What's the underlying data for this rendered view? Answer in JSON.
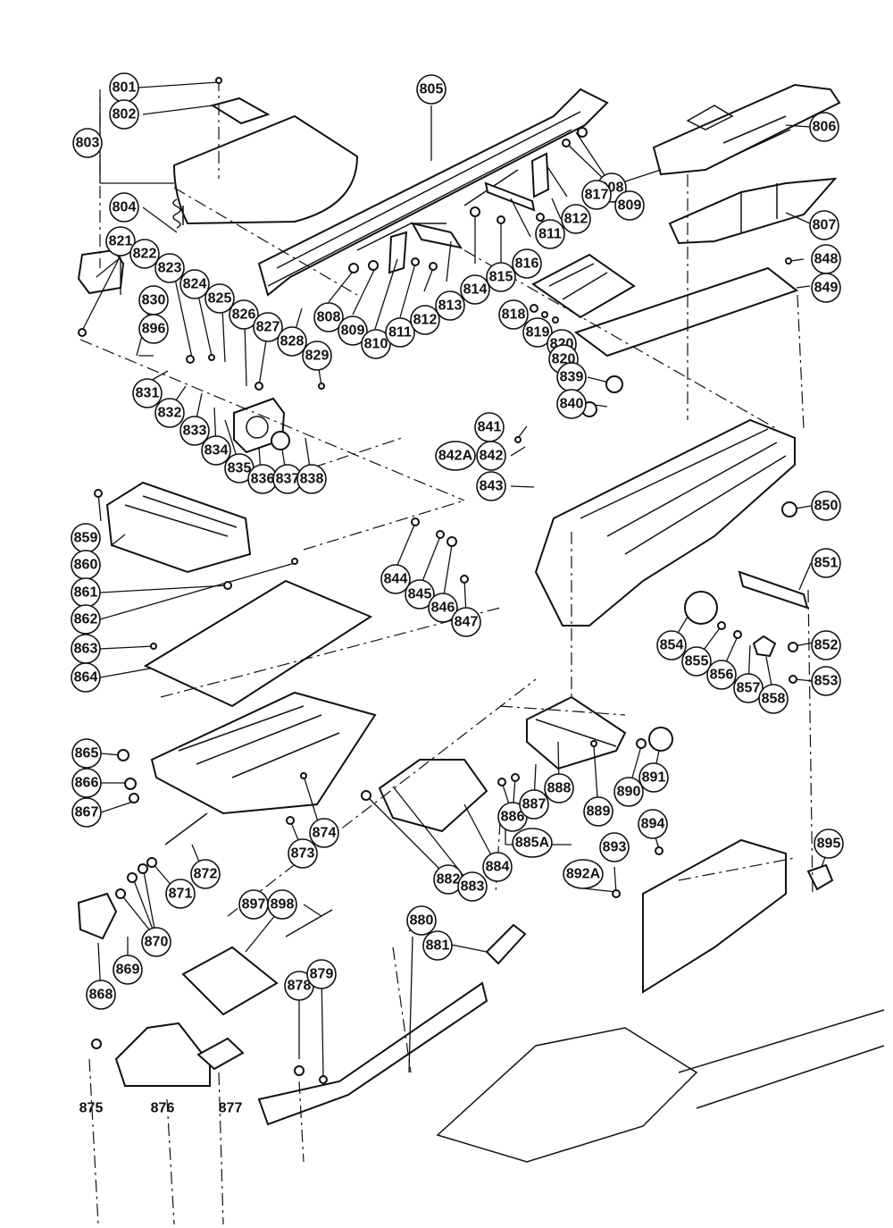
{
  "diagram": {
    "callouts": [
      "801",
      "802",
      "803",
      "804",
      "805",
      "806",
      "807",
      "808",
      "809",
      "808",
      "809",
      "810",
      "811",
      "812",
      "811",
      "812",
      "813",
      "814",
      "815",
      "816",
      "817",
      "818",
      "819",
      "820",
      "821",
      "822",
      "823",
      "824",
      "825",
      "826",
      "827",
      "828",
      "829",
      "830",
      "831",
      "832",
      "833",
      "834",
      "835",
      "836",
      "837",
      "838",
      "839",
      "840",
      "841",
      "842A",
      "842",
      "843",
      "844",
      "845",
      "846",
      "847",
      "848",
      "849",
      "850",
      "851",
      "852",
      "853",
      "854",
      "855",
      "856",
      "857",
      "858",
      "859",
      "860",
      "861",
      "862",
      "863",
      "864",
      "865",
      "866",
      "867",
      "868",
      "869",
      "870",
      "871",
      "872",
      "873",
      "874",
      "880",
      "881",
      "882",
      "883",
      "884",
      "885A",
      "886",
      "887",
      "888",
      "889",
      "890",
      "891",
      "892A",
      "893",
      "894",
      "895",
      "896",
      "897",
      "898",
      "878",
      "879"
    ],
    "plain_labels": [
      "875",
      "876",
      "877"
    ]
  }
}
